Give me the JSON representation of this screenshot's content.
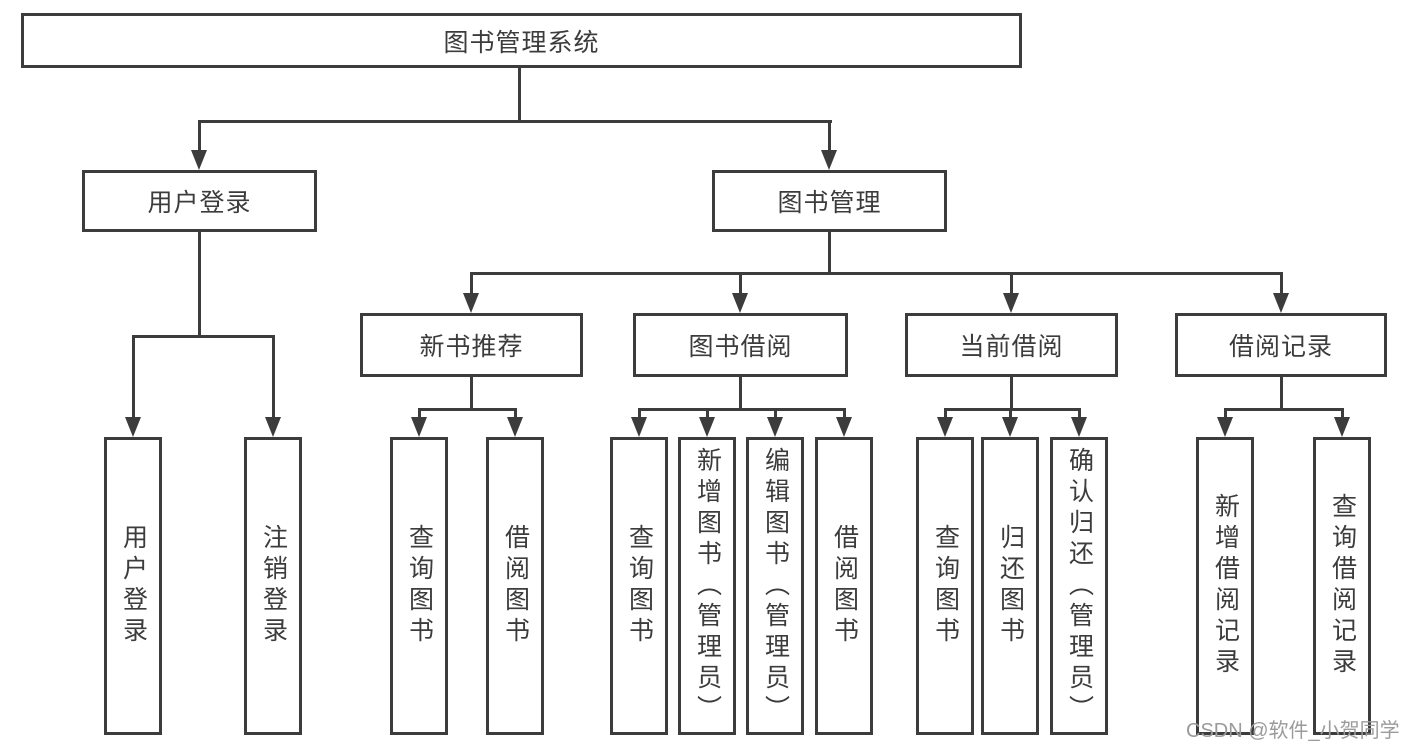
{
  "root": {
    "label": "图书管理系统"
  },
  "level2": [
    {
      "label": "用户登录"
    },
    {
      "label": "图书管理"
    }
  ],
  "level3": [
    {
      "label": "新书推荐"
    },
    {
      "label": "图书借阅"
    },
    {
      "label": "当前借阅"
    },
    {
      "label": "借阅记录"
    }
  ],
  "leaves": {
    "login": [
      {
        "label": "用户登录"
      },
      {
        "label": "注销登录"
      }
    ],
    "recommend": [
      {
        "label": "查询图书"
      },
      {
        "label": "借阅图书"
      }
    ],
    "borrow": [
      {
        "label": "查询图书"
      },
      {
        "label": "新增图书（管理员）"
      },
      {
        "label": "编辑图书（管理员）"
      },
      {
        "label": "借阅图书"
      }
    ],
    "current": [
      {
        "label": "查询图书"
      },
      {
        "label": "归还图书"
      },
      {
        "label": "确认归还（管理员）"
      }
    ],
    "records": [
      {
        "label": "新增借阅记录"
      },
      {
        "label": "查询借阅记录"
      }
    ]
  },
  "watermark": {
    "text": "CSDN @软件_小贺同学"
  },
  "colors": {
    "line": "#3c3c3c",
    "text": "#3c3c3c",
    "watermark": "#9b9b9b",
    "background": "#ffffff"
  }
}
